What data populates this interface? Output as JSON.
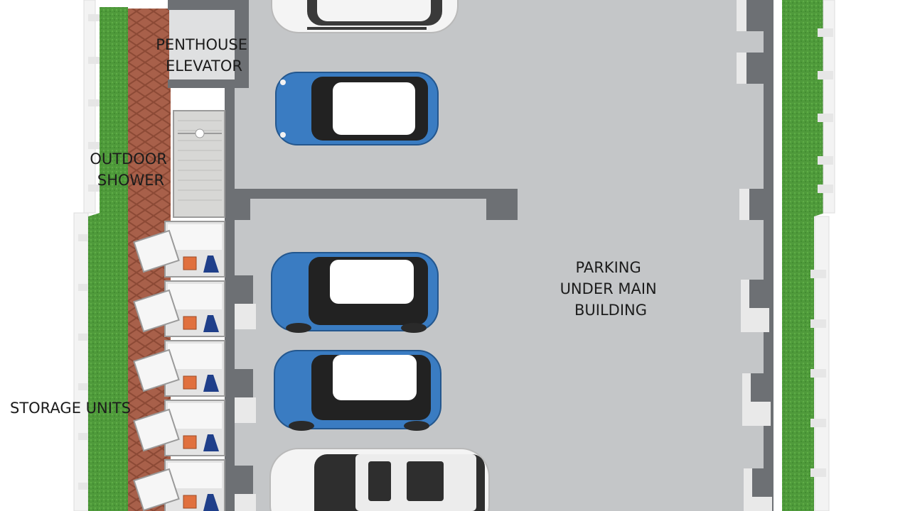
{
  "plan": {
    "title": "",
    "labels": {
      "penthouse_elevator": [
        "PENTHOUSE",
        "ELEVATOR"
      ],
      "outdoor_shower": [
        "OUTDOOR",
        "SHOWER"
      ],
      "storage_units": [
        "STORAGE UNITS"
      ],
      "parking": [
        "PARKING",
        "UNDER MAIN",
        "BUILDING"
      ]
    },
    "colors": {
      "floor": "#c4c6c8",
      "wall": "#6d7074",
      "grass": "#4f9a3b",
      "brick": "#a66048",
      "car_blue": "#3a7cc2",
      "car_white": "#f4f4f4",
      "fence": "#f2f2f2"
    },
    "vehicles": [
      {
        "type": "white-sedan"
      },
      {
        "type": "blue-mini"
      },
      {
        "type": "blue-mini"
      },
      {
        "type": "blue-mini"
      },
      {
        "type": "white-suv"
      }
    ],
    "storage_unit_count": 5
  }
}
